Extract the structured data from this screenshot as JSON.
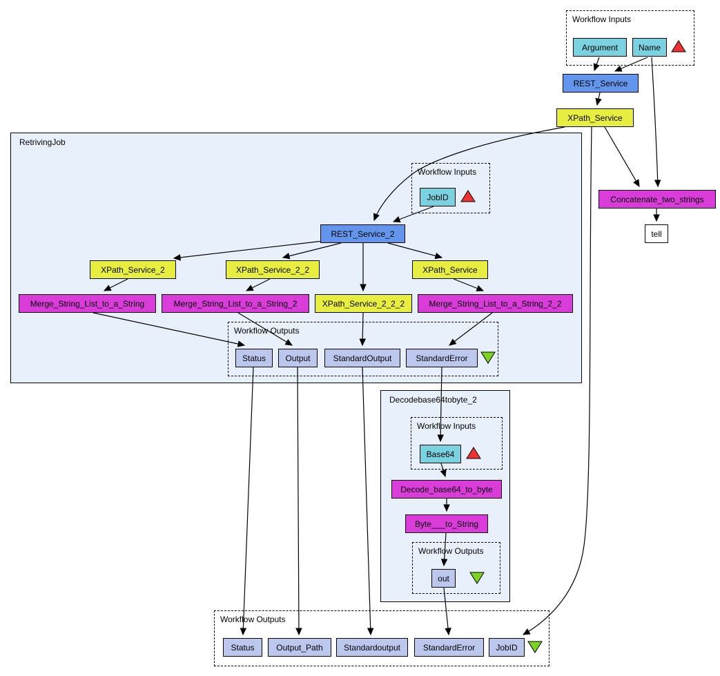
{
  "colors": {
    "workflow_input_node": "#7ad1df",
    "service_node_blue": "#6495ed",
    "xpath_node_yellow": "#e8ee3f",
    "local_worker_magenta": "#d93cd9",
    "workflow_output_node": "#bcc7ee",
    "nested_workflow_bg": "#e8f1fb",
    "input_port_triangle_red": "#f03232",
    "output_port_triangle_green": "#7dd321"
  },
  "outer": {
    "inputs_title": "Workflow Inputs",
    "argument": "Argument",
    "name": "Name",
    "rest_service": "REST_Service",
    "xpath_service": "XPath_Service",
    "concatenate": "Concatenate_two_strings",
    "tell": "tell"
  },
  "retriving_job": {
    "title": "RetrivingJob",
    "inputs_title": "Workflow Inputs",
    "jobid": "JobID",
    "rest_service_2": "REST_Service_2",
    "xpath_service_2": "XPath_Service_2",
    "xpath_service_2_2": "XPath_Service_2_2",
    "xpath_service": "XPath_Service",
    "merge_string_list": "Merge_String_List_to_a_String",
    "merge_string_list_2": "Merge_String_List_to_a_String_2",
    "xpath_service_2_2_2": "XPath_Service_2_2_2",
    "merge_string_list_2_2": "Merge_String_List_to_a_String_2_2",
    "outputs_title": "Workflow Outputs",
    "status": "Status",
    "output": "Output",
    "standard_output": "StandardOutput",
    "standard_error": "StandardError"
  },
  "decode_nested": {
    "title": "Decodebase64tobyte_2",
    "inputs_title": "Workflow Inputs",
    "base64": "Base64",
    "decode_base64_to_byte": "Decode_base64_to_byte",
    "byte_to_string": "Byte___to_String",
    "outputs_title": "Workflow Outputs",
    "out": "out"
  },
  "bottom_outputs": {
    "title": "Workflow Outputs",
    "status": "Status",
    "output_path": "Output_Path",
    "standardoutput": "Standardoutput",
    "standard_error": "StandardError",
    "jobid": "JobID"
  }
}
